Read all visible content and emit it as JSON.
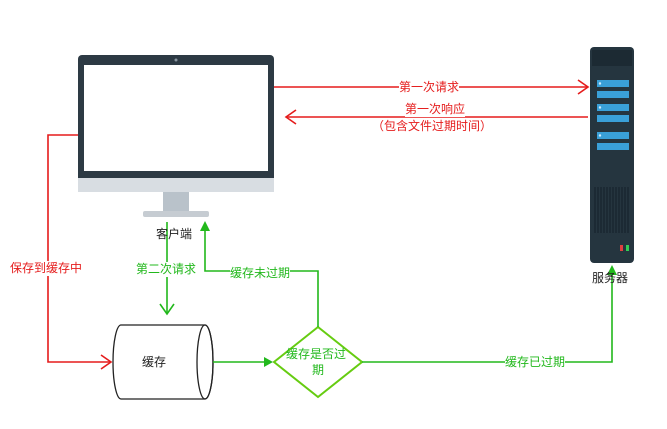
{
  "diagram": {
    "nodes": {
      "client": {
        "label": "客户端"
      },
      "server": {
        "label": "服务器"
      },
      "cache": {
        "label": "缓存"
      },
      "decision": {
        "line1": "缓存是否过",
        "line2": "期"
      }
    },
    "edges": {
      "first_request": "第一次请求",
      "first_response_line1": "第一次响应",
      "first_response_line2": "（包含文件过期时间）",
      "save_to_cache": "保存到缓存中",
      "second_request": "第二次请求",
      "cache_not_expired": "缓存未过期",
      "cache_expired": "缓存已过期"
    },
    "colors": {
      "request_flow": "#e51c1c",
      "cache_flow": "#22b81c",
      "decision_stroke": "#66cc11",
      "monitor_frame": "#2d3a44",
      "server_body": "#25353f",
      "server_slot": "#3aa0d8"
    }
  }
}
